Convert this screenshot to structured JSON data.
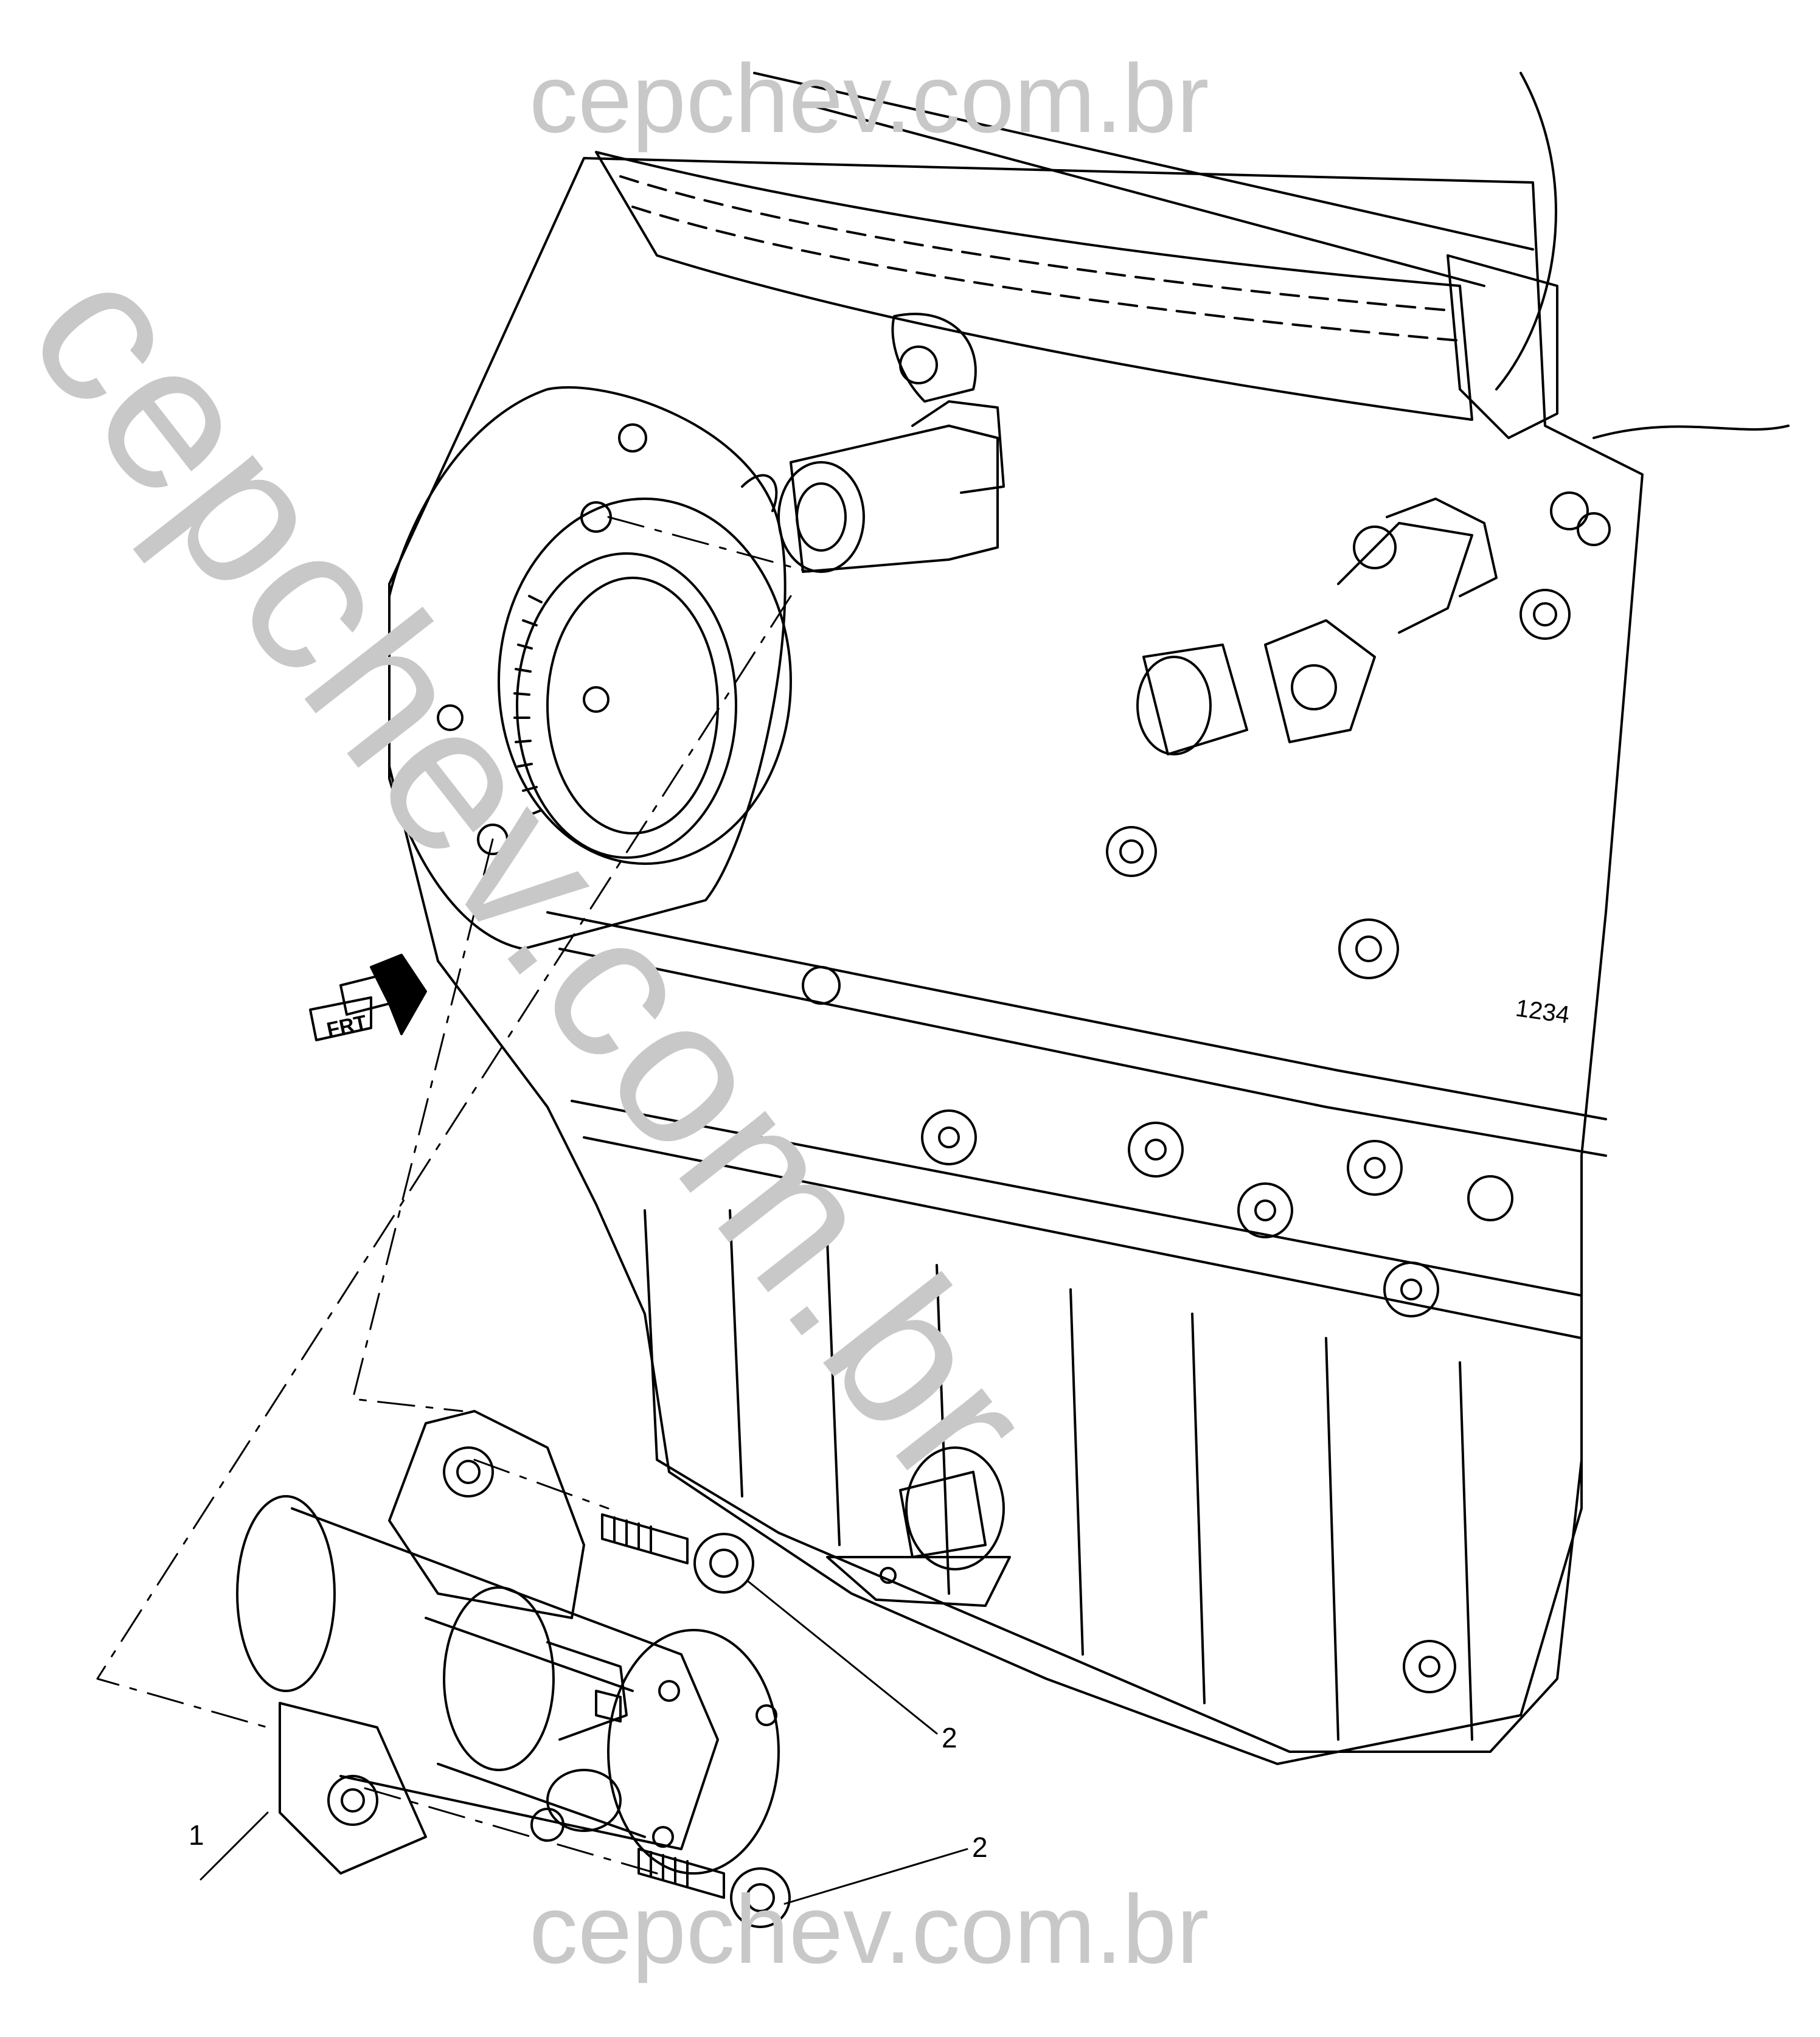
{
  "watermark": {
    "top": "cepchev.com.br",
    "bottom": "cepchev.com.br",
    "diagonal": "cepchev.com.br"
  },
  "direction_indicator": {
    "label": "FRT"
  },
  "engine_tag": {
    "text": "1234"
  },
  "callouts": [
    {
      "id": "1",
      "label": "1"
    },
    {
      "id": "2a",
      "label": "2"
    },
    {
      "id": "2b",
      "label": "2"
    }
  ]
}
